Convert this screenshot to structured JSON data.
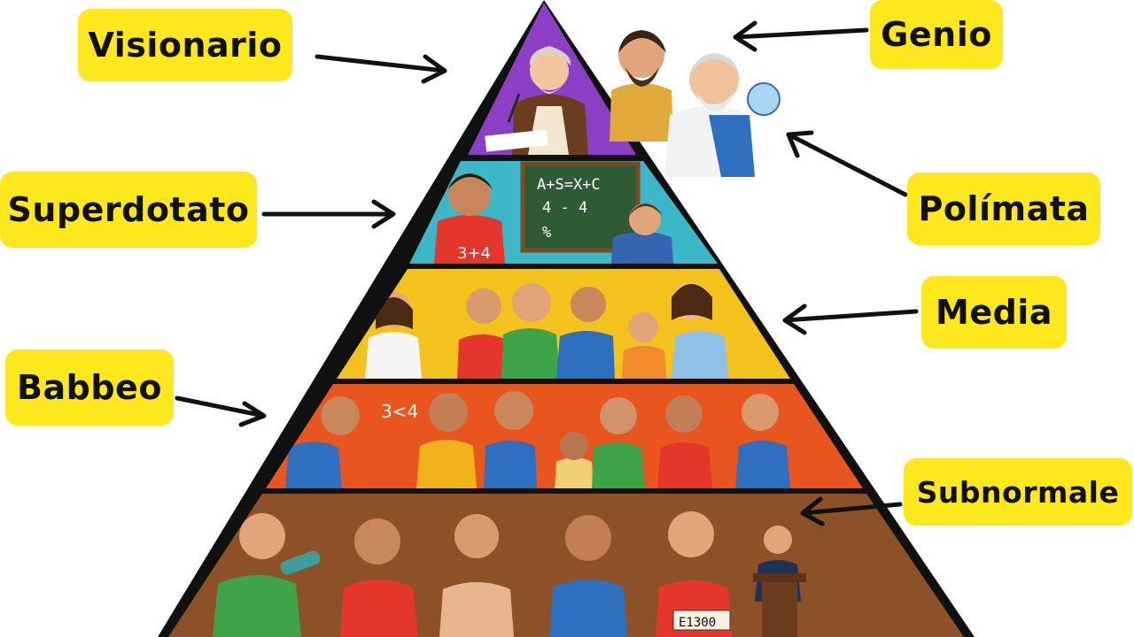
{
  "diagram": {
    "labels": {
      "visionario": "Visionario",
      "genio": "Genio",
      "superdotato": "Superdotato",
      "polimata": "Polímata",
      "media": "Media",
      "babbeo": "Babbeo",
      "subnormale": "Subnormale"
    },
    "annotations": {
      "chalkboard_line1": "A+S=X+C",
      "chalkboard_line2": "4 - 4",
      "chalkboard_line3": "%",
      "shirt_math": "3+4",
      "floating_math": "3<4",
      "receipt": "E1300"
    },
    "colors": {
      "tier1": "#8a3fc4",
      "tier2": "#3bb7c7",
      "tier3": "#f3c21c",
      "tier4": "#e8551f",
      "tier5": "#8c5126",
      "label_bg": "#fde81d",
      "outline": "#111111"
    }
  }
}
